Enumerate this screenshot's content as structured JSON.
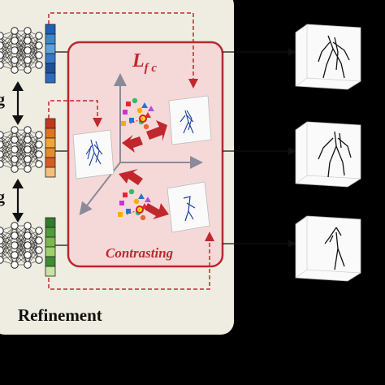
{
  "labels": {
    "refinement": "Refinement",
    "loss_symbol": "L",
    "loss_subscript": "f c",
    "contrasting": "Contrasting",
    "g_fragment_top": "g",
    "g_fragment_bottom": "g"
  },
  "colors": {
    "panel_bg": "#efece1",
    "contrast_box_fill": "#f5d9d9",
    "contrast_box_border": "#b8282d",
    "accent_red": "#c0282d",
    "feature_top": [
      "#1f5fb5",
      "#3a86d1",
      "#5aa2e0",
      "#3478c7",
      "#1d4f9a",
      "#2b6cc0"
    ],
    "feature_mid": [
      "#c0391b",
      "#e0731f",
      "#f2a33a",
      "#e98a2a",
      "#d55c21",
      "#f3c07a"
    ],
    "feature_bot": [
      "#2f7d2a",
      "#4f9c3a",
      "#7ab84d",
      "#9fcf6a",
      "#3e8c32",
      "#c8e3a4"
    ]
  },
  "icons": [
    "neural-net-icon",
    "double-arrow-icon",
    "skeleton-3d-icon",
    "feature-scatter-icon",
    "block-arrow-icon"
  ]
}
